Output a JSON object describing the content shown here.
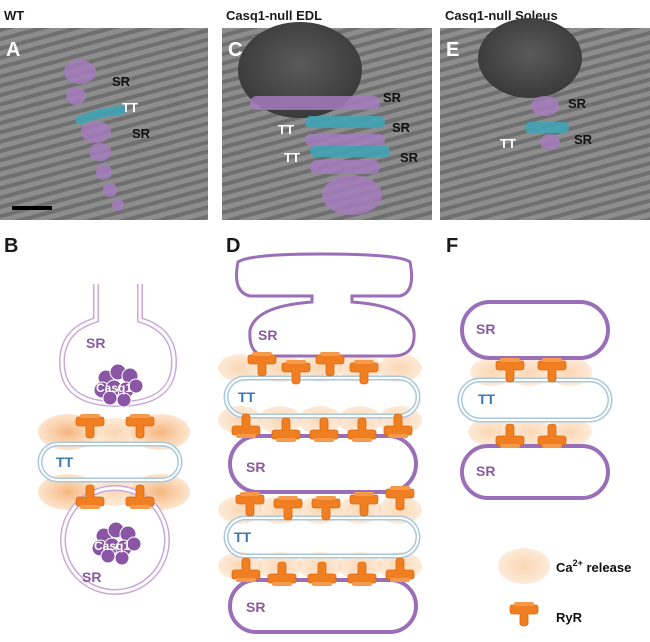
{
  "headers": {
    "wt": "WT",
    "edl": "Casq1-null EDL",
    "soleus": "Casq1-null Soleus"
  },
  "panels": {
    "a": "A",
    "b": "B",
    "c": "C",
    "d": "D",
    "e": "E",
    "f": "F"
  },
  "micro": {
    "sr": "SR",
    "tt": "TT"
  },
  "schem": {
    "sr": "SR",
    "tt": "TT",
    "casq1": "Casq1"
  },
  "legend": {
    "ca_release": "Ca",
    "ca_sup": "2+",
    "ca_rest": " release",
    "ryr": "RyR"
  },
  "colors": {
    "sr_purple": "#9b6fb8",
    "tt_blue": "#6aa3c9",
    "ryr_orange": "#f07f22",
    "ca_peach": "#fbd9b8",
    "casq_purple": "#8b55a5"
  }
}
